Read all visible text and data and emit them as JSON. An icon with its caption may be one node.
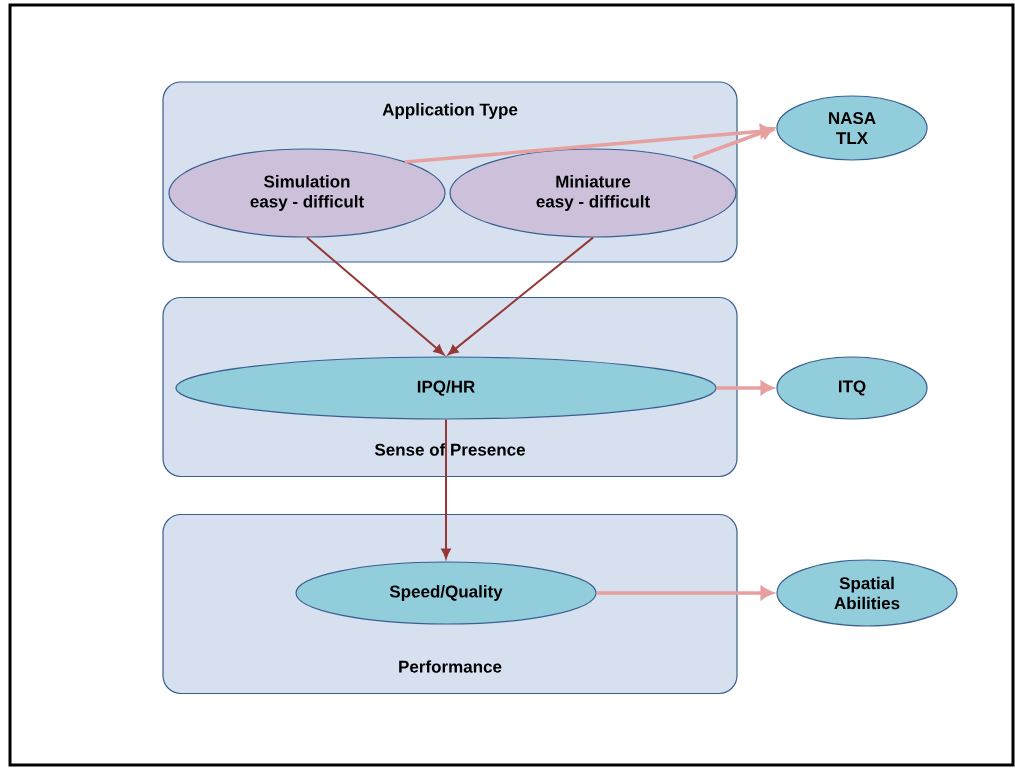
{
  "diagram": {
    "nodes": [
      {
        "text": [
          "Application Type"
        ]
      },
      {
        "text": [
          "Simulation",
          "easy - difficult"
        ],
        "in": 0
      },
      {
        "text": [
          "Miniature",
          "easy - difficult"
        ],
        "in": 0
      },
      {
        "text": [
          "NASA TLX"
        ]
      },
      {
        "text": [
          "Sense of Presence"
        ]
      },
      {
        "text": [
          "IPQ/HR"
        ],
        "in": 4
      },
      {
        "text": [
          "ITQ"
        ]
      },
      {
        "text": [
          "Performance"
        ]
      },
      {
        "text": [
          "Speed/Quality"
        ],
        "in": 7
      },
      {
        "text": [
          "Spatial Abilities"
        ]
      }
    ],
    "edges": [
      {
        "from": 1,
        "to": 3,
        "arrow": "to"
      },
      {
        "from": 2,
        "to": 3,
        "arrow": "to"
      },
      {
        "from": 1,
        "to": 5,
        "arrow": "to",
        "color": "#953735"
      },
      {
        "from": 2,
        "to": 5,
        "arrow": "to",
        "color": "#953735"
      },
      {
        "from": 5,
        "to": 6,
        "arrow": "to"
      },
      {
        "from": 5,
        "to": 8,
        "arrow": "to",
        "color": "#953735"
      },
      {
        "from": 8,
        "to": 9,
        "arrow": "to"
      }
    ]
  }
}
